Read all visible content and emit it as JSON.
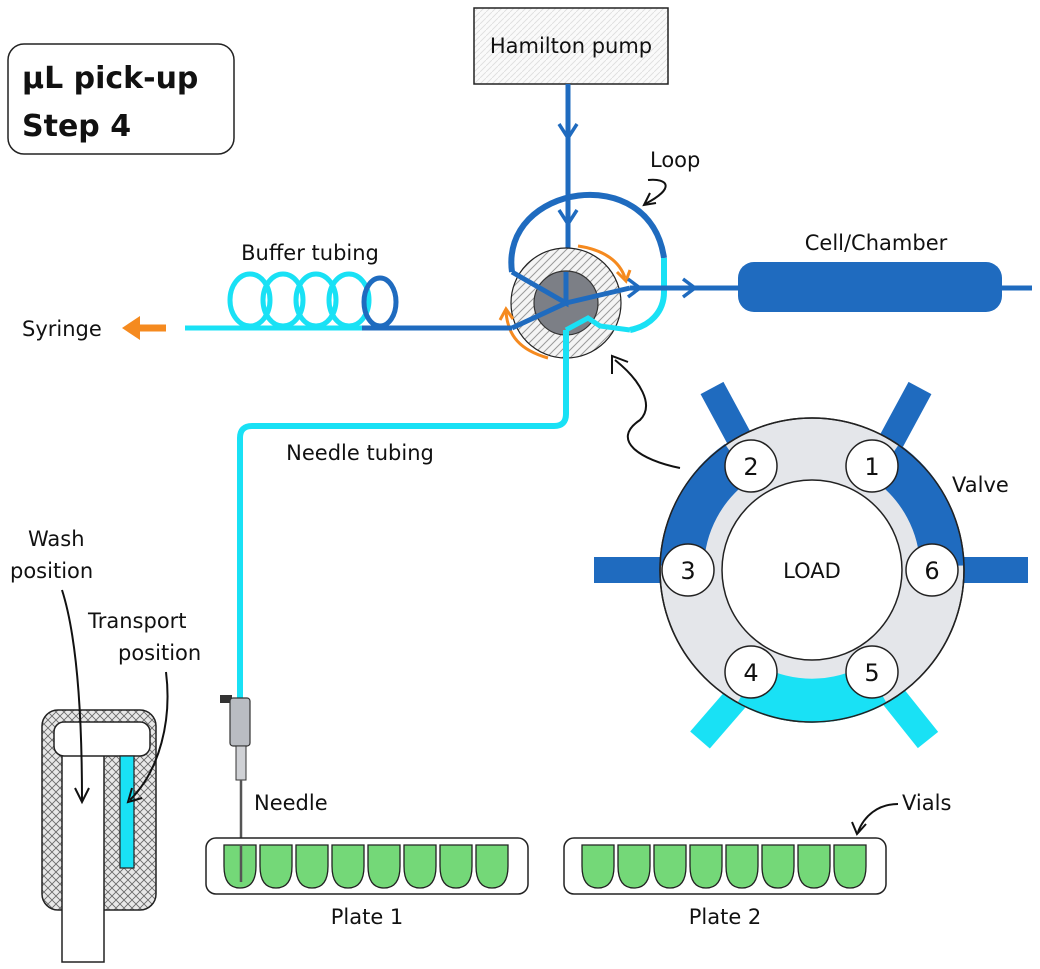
{
  "title": {
    "line1": "µL pick-up",
    "line2": "Step 4"
  },
  "labels": {
    "pump": "Hamilton pump",
    "loop": "Loop",
    "buffer_tubing": "Buffer tubing",
    "syringe": "Syringe",
    "cell": "Cell/Chamber",
    "needle_tubing": "Needle tubing",
    "valve": "Valve",
    "valve_state": "LOAD",
    "wash_1": "Wash",
    "wash_2": "position",
    "transport_1": "Transport",
    "transport_2": "position",
    "needle": "Needle",
    "vials": "Vials",
    "plate1": "Plate 1",
    "plate2": "Plate 2"
  },
  "valve_ports": [
    "1",
    "2",
    "3",
    "4",
    "5",
    "6"
  ],
  "colors": {
    "dark_blue": "#1f6bbf",
    "cyan": "#19e1f5",
    "orange": "#f58a1f",
    "vial_green": "#74d878",
    "ring_gray": "#e4e6ea",
    "rotor_gray": "#7c7f86"
  }
}
